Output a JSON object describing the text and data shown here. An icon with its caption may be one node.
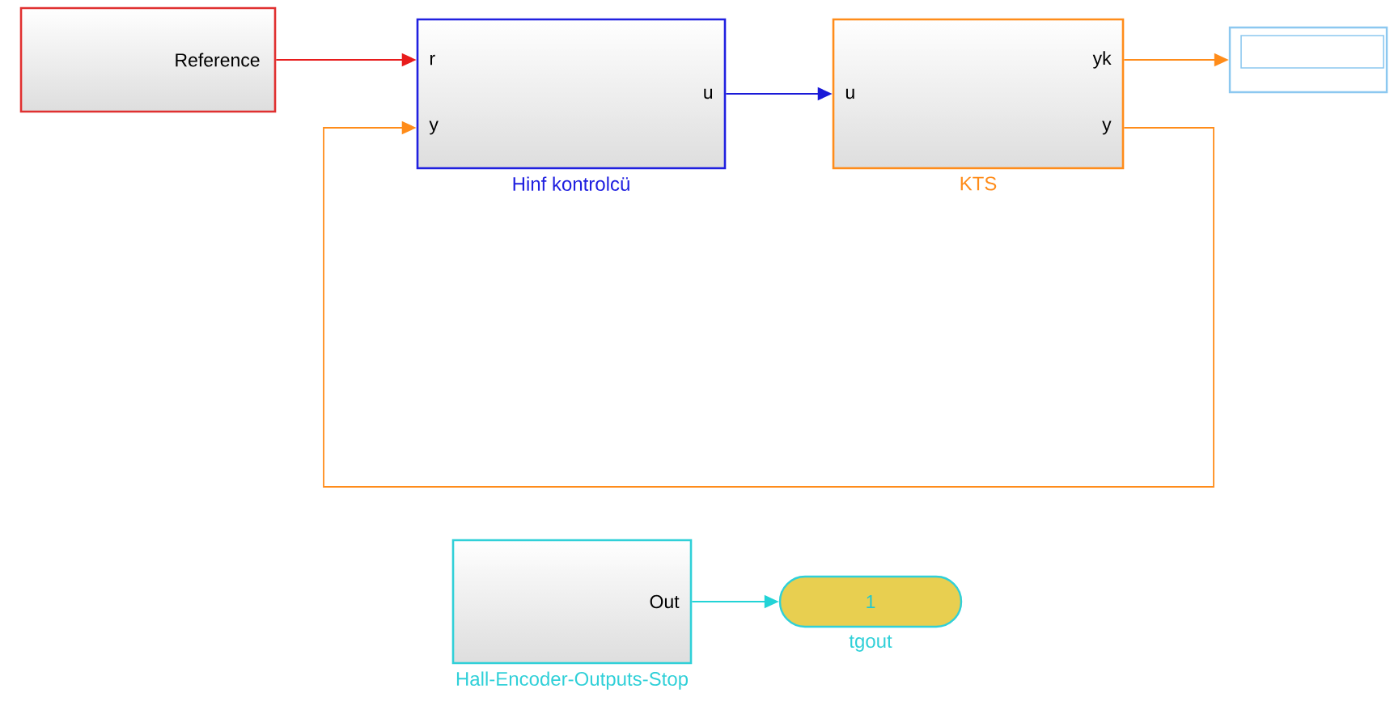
{
  "diagram": {
    "nodes": [
      {
        "text": [
          "Reference"
        ]
      },
      {
        "text": [
          "r",
          "y",
          "u"
        ],
        "beside": [
          "Hinf kontrolcü"
        ]
      },
      {
        "text": [
          "u",
          "yk",
          "y"
        ],
        "beside": [
          "KTS"
        ]
      },
      {
        "text": [],
        "shape": "box"
      },
      {
        "text": [
          "Out"
        ],
        "beside": [
          "Hall-Encoder-Outputs-Stop"
        ]
      },
      {
        "text": [
          "1"
        ],
        "beside": [
          "tgout"
        ]
      }
    ],
    "edges": [
      {
        "from": 0,
        "to": 1,
        "arrow": "to",
        "color": "#e81c1c"
      },
      {
        "from": 1,
        "to": 2,
        "arrow": "to",
        "color": "#1a1ad8"
      },
      {
        "from": 2,
        "to": 3,
        "arrow": "to",
        "color": "#ff8c1a"
      },
      {
        "from": 2,
        "to": 1,
        "arrow": "to",
        "color": "#ff8c1a"
      },
      {
        "from": 4,
        "to": 5,
        "arrow": "to",
        "color": "#22d3d6"
      }
    ]
  }
}
